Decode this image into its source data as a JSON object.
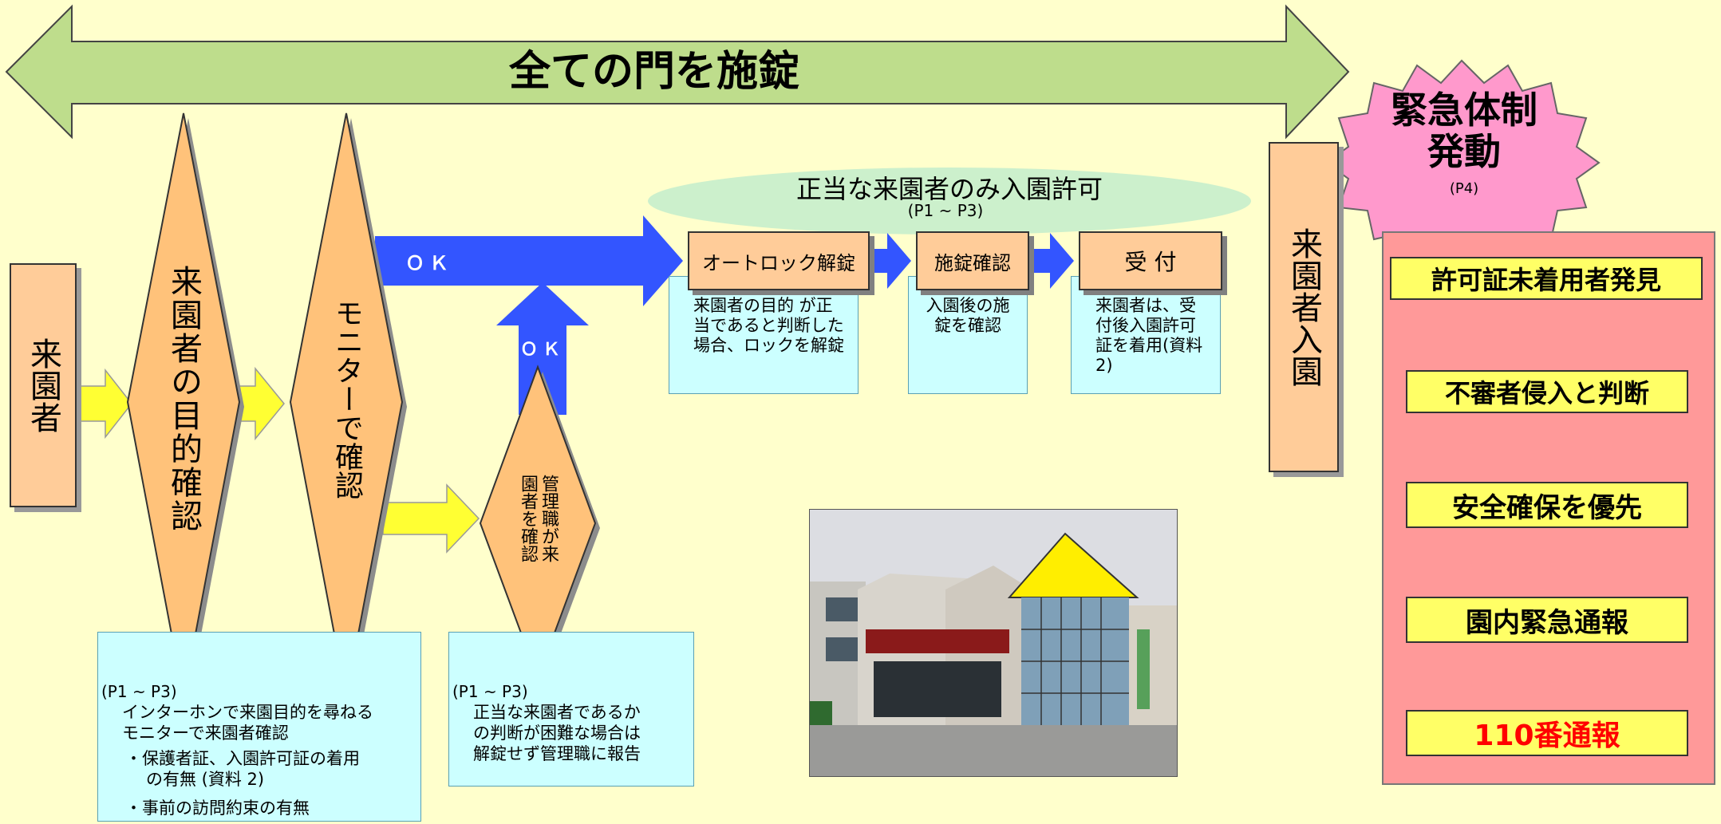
{
  "banner": {
    "text": "全ての門を施錠"
  },
  "visitor": {
    "text": "来園者"
  },
  "purpose_check": {
    "text": "来園者の目的確認"
  },
  "monitor_check": {
    "text": "モニターで確認"
  },
  "manager_check": {
    "text": "管理職が来園者を確認"
  },
  "ok_labels": {
    "top": "ＯＫ",
    "up": "ＯＫ"
  },
  "permit": {
    "title": "正当な来園者のみ入園許可",
    "ref": "(P1 ~ P3)"
  },
  "steps": [
    {
      "label": "オートロック解錠",
      "note": "来園者の目的 が正当であると判断した場合、ロックを解錠"
    },
    {
      "label": "施錠確認",
      "note": "入園後の施錠を確認"
    },
    {
      "label": "受 付",
      "note": "来園者は、受付後入園許可証を着用(資料 2)"
    }
  ],
  "entry": {
    "text": "来園者入園"
  },
  "note_left": {
    "ref": "(P1 ~ P3)",
    "line1": "インターホンで来園目的を尋ねる",
    "line2": "モニターで来園者確認",
    "line3": "・保護者証、入園許可証の着用",
    "line4": "の有無 (資料 2)",
    "line5": "・事前の訪問約束の有無"
  },
  "note_mid": {
    "ref": "(P1 ~ P3)",
    "line1": "正当な来園者であるか",
    "line2": "の判断が困難な場合は",
    "line3": "解錠せず管理職に報告"
  },
  "emergency": {
    "title1": "緊急体制",
    "title2": "発動",
    "ref": "(P4)",
    "steps": [
      "許可証未着用者発見",
      "不審者侵入と判断",
      "安全確保を優先",
      "園内緊急通報",
      "110番通報"
    ]
  },
  "colors": {
    "background": "#ffffcc",
    "banner_green": "#bedd8c",
    "orange": "#ffcc99",
    "diamond": "#ffc27a",
    "blue_arrow": "#3355ff",
    "yellow_arrow": "#ffff33",
    "note": "#ccffff",
    "emergency_panel": "#ff9999",
    "emergency_star": "#ff99cc",
    "red_arrow": "#ee0000",
    "emergency_text_red": "#ff0000"
  }
}
